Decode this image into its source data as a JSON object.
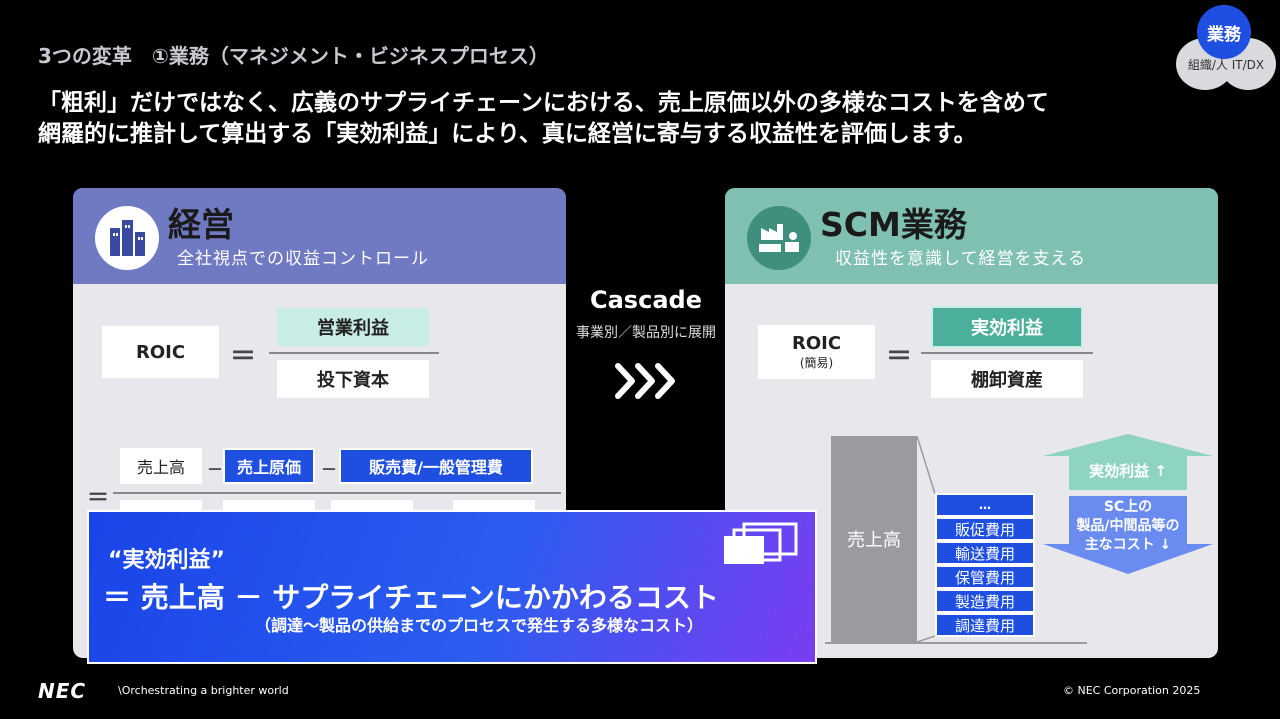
{
  "section_title": "3つの変革　①業務（マネジメント・ビジネスプロセス）",
  "headline_line1": "「粗利」だけではなく、広義のサプライチェーンにおける、売上原価以外の多様なコストを含めて",
  "headline_line2": "網羅的に推計して算出する「実効利益」により、真に経営に寄与する収益性を評価します。",
  "badge": {
    "top": "業務",
    "bottom": "組織/人 IT/DX"
  },
  "left_panel": {
    "title": "経営",
    "subtitle": "全社視点での収益コントロール",
    "roic": "ROIC",
    "equals": "＝",
    "numerator": "営業利益",
    "denominator": "投下資本",
    "terms": [
      "売上高",
      "売上原価",
      "販売費/一般管理費"
    ],
    "minus": "－"
  },
  "cascade": {
    "title": "Cascade",
    "subtitle": "事業別／製品別に展開",
    "arrows": "›››"
  },
  "right_panel": {
    "title": "SCM業務",
    "subtitle": "収益性を意識して経営を支える",
    "roic": "ROIC",
    "roic_note": "(簡易)",
    "equals": "＝",
    "numerator": "実効利益",
    "denominator": "棚卸資産",
    "sales": "売上高",
    "costs": [
      "…",
      "販促費用",
      "輸送費用",
      "保管費用",
      "製造費用",
      "調達費用"
    ],
    "up_label": "実効利益 ↑",
    "down_label_1": "SC上の",
    "down_label_2": "製品/中間品等の",
    "down_label_3": "主なコスト ↓"
  },
  "banner": {
    "line1": "“実効利益”",
    "line2": "＝ 売上高 － サプライチェーンにかかわるコスト",
    "line3": "（調達～製品の供給までのプロセスで発生する多様なコスト）"
  },
  "footer": {
    "logo": "NEC",
    "tagline": "\\Orchestrating a brighter world",
    "copyright": "© NEC Corporation 2025"
  },
  "colors": {
    "accent_blue": "#1f4fe0",
    "left_head": "#6f7ac3",
    "right_head": "#7fc0b3"
  }
}
